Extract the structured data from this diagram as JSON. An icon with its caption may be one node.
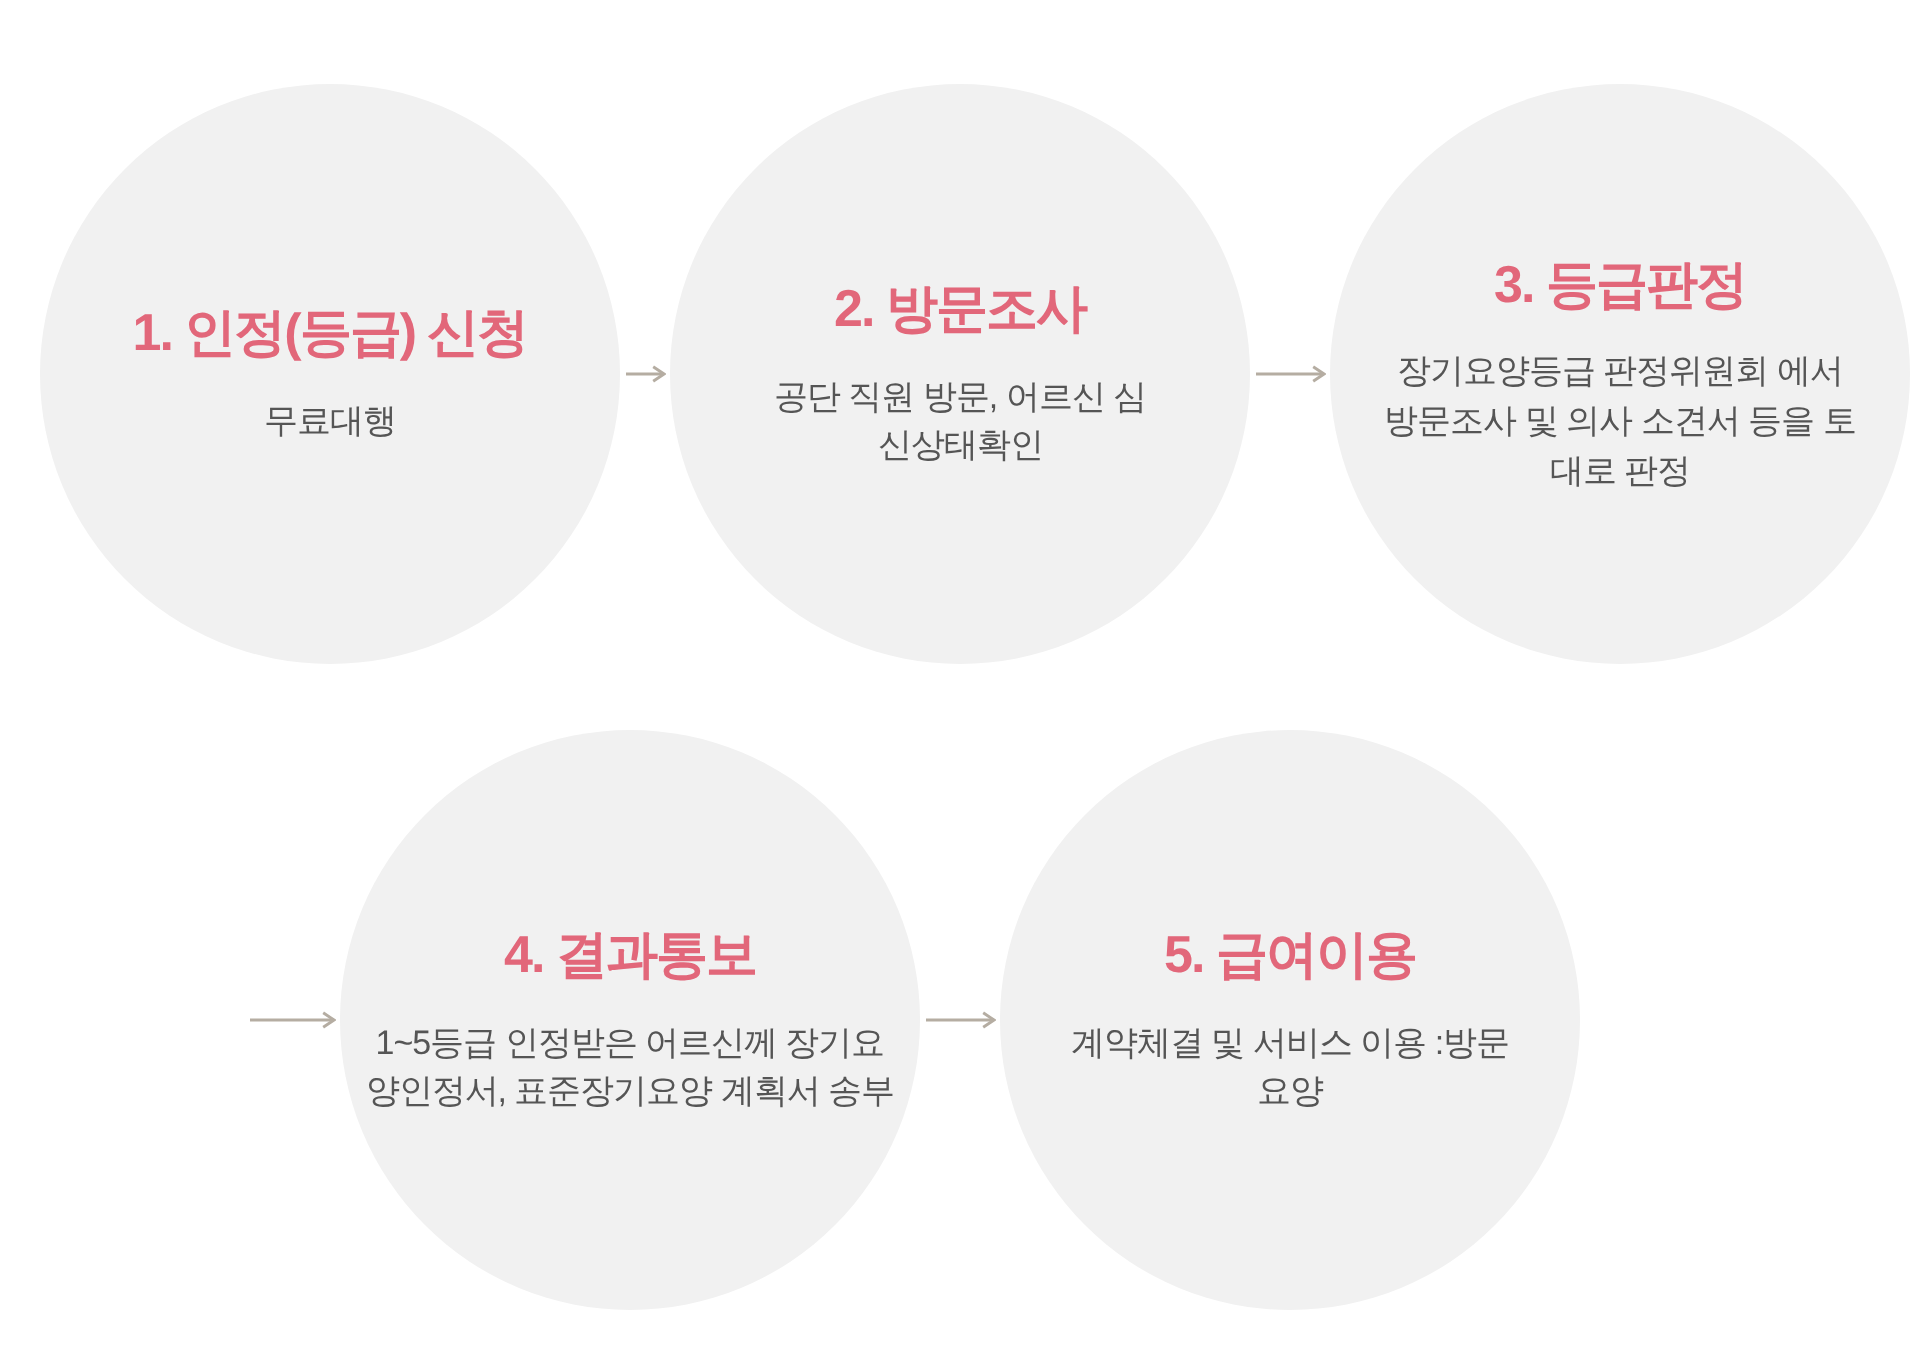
{
  "diagram": {
    "nodes": [
      {
        "text": [
          "1. 인정(등급) 신청",
          "무료대행"
        ]
      },
      {
        "text": [
          "2. 방문조사",
          "공단 직원 방문, 어르신 심신상태확인"
        ]
      },
      {
        "text": [
          "3. 등급판정",
          "장기요양등급 판정위원회 에서 방문조사 및 의사 소견서 등을 토대로 판정"
        ]
      },
      {
        "text": [
          "4. 결과통보",
          "1~5등급 인정받은 어르신께 장기요양인정서, 표준장기요양 계획서 송부"
        ]
      },
      {
        "text": [
          "5. 급여이용",
          "계약체결 및 서비스 이용 :방문요양"
        ]
      }
    ],
    "edges": [
      {
        "from": 0,
        "to": 1,
        "arrow": "to"
      },
      {
        "from": 1,
        "to": 2,
        "arrow": "to"
      },
      {
        "from": null,
        "to": 3,
        "arrow": "to"
      },
      {
        "from": 3,
        "to": 4,
        "arrow": "to"
      }
    ]
  }
}
